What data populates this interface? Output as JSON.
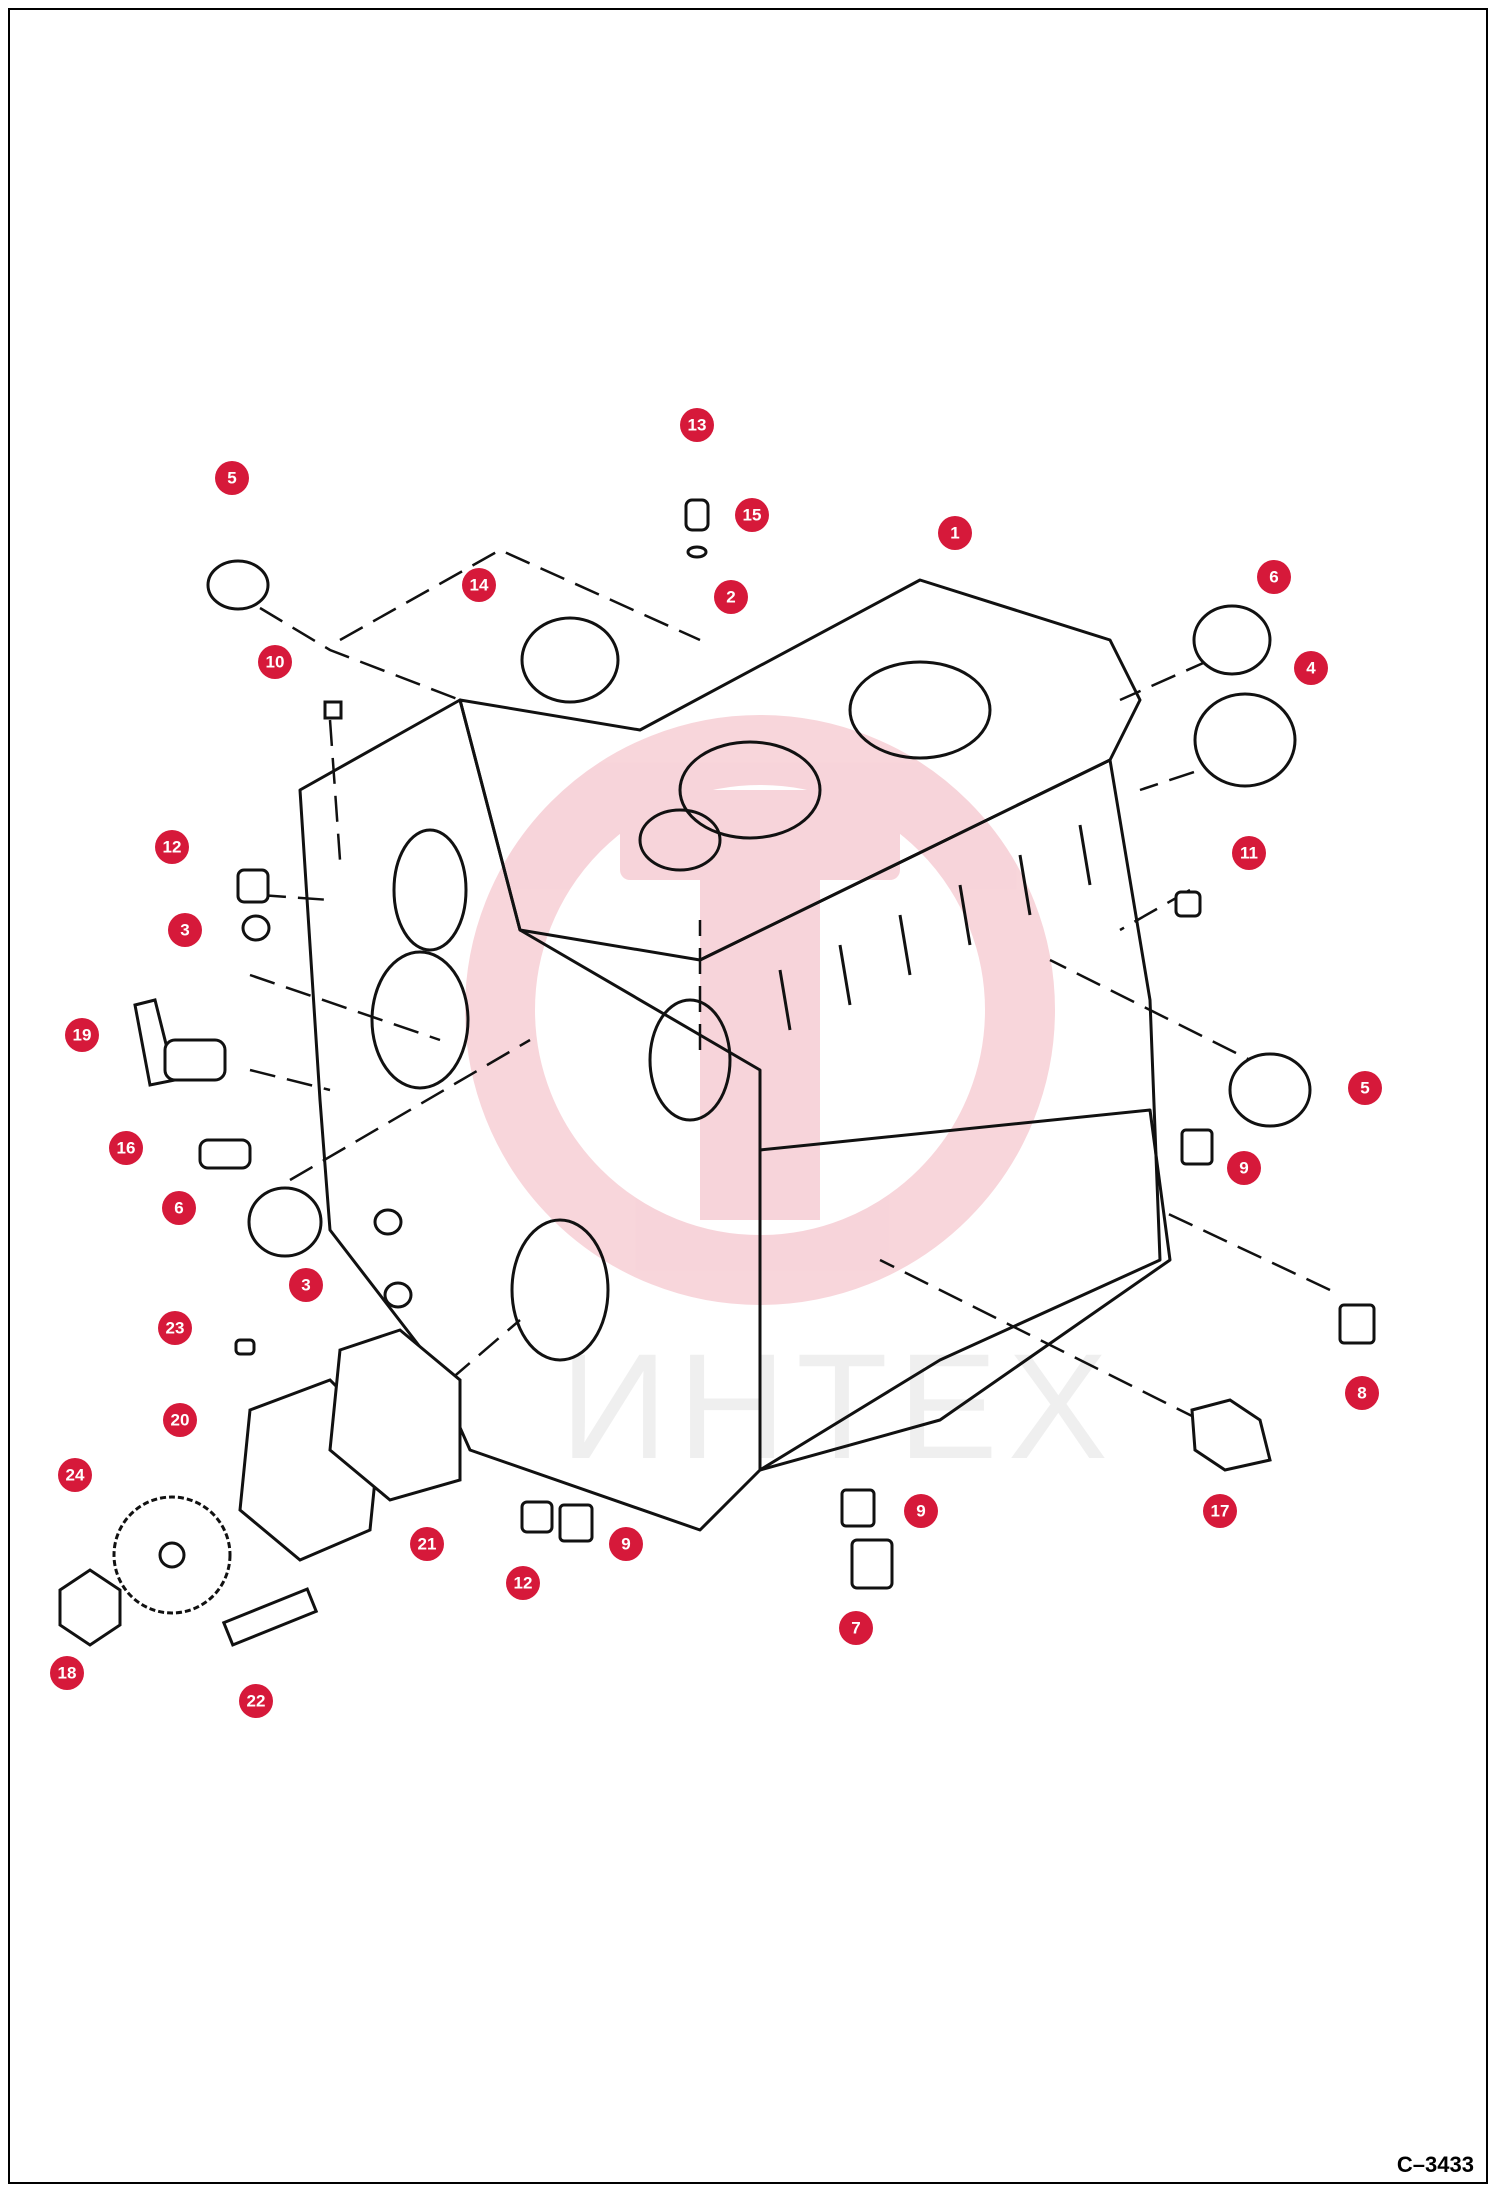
{
  "figure_code": "C–3433",
  "watermark_text": "ИНТЕХ",
  "colors": {
    "callout": "#d6193a",
    "line": "#111111",
    "watermark": "#e9a0a0"
  },
  "callouts": [
    {
      "label": "13"
    },
    {
      "label": "15"
    },
    {
      "label": "5"
    },
    {
      "label": "1"
    },
    {
      "label": "14"
    },
    {
      "label": "2"
    },
    {
      "label": "6"
    },
    {
      "label": "4"
    },
    {
      "label": "10"
    },
    {
      "label": "12"
    },
    {
      "label": "11"
    },
    {
      "label": "3"
    },
    {
      "label": "19"
    },
    {
      "label": "5"
    },
    {
      "label": "16"
    },
    {
      "label": "9"
    },
    {
      "label": "6"
    },
    {
      "label": "3"
    },
    {
      "label": "23"
    },
    {
      "label": "8"
    },
    {
      "label": "20"
    },
    {
      "label": "24"
    },
    {
      "label": "9"
    },
    {
      "label": "17"
    },
    {
      "label": "21"
    },
    {
      "label": "9"
    },
    {
      "label": "12"
    },
    {
      "label": "7"
    },
    {
      "label": "18"
    },
    {
      "label": "22"
    }
  ]
}
